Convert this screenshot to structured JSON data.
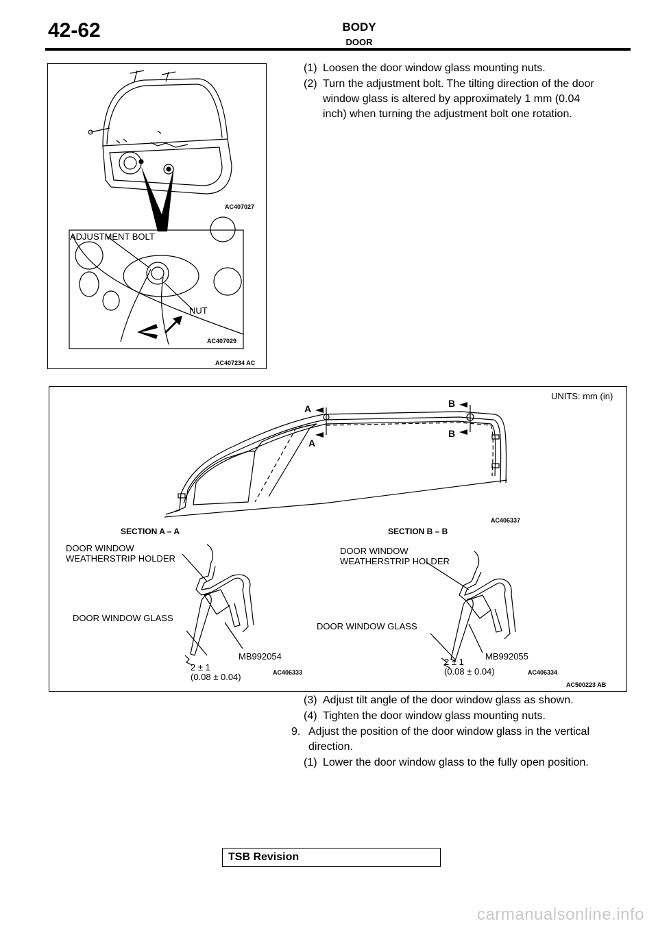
{
  "header": {
    "page_number": "42-62",
    "section": "BODY",
    "subsection": "DOOR"
  },
  "figure1": {
    "label_adjustment_bolt": "ADJUSTMENT BOLT",
    "label_nut": "NUT",
    "code_top": "AC407027",
    "code_inset": "AC407029",
    "code_figure": "AC407234 AC"
  },
  "steps_top": [
    {
      "num": "(1)",
      "text": "Loosen the door window glass mounting nuts."
    },
    {
      "num": "(2)",
      "text": "Turn the adjustment bolt. The tilting direction of the door",
      "cont": [
        "window glass is altered by approximately 1 mm (0.04",
        "inch) when turning the adjustment bolt one rotation."
      ]
    }
  ],
  "figure2": {
    "units": "UNITS: mm (in)",
    "marker_a": "A",
    "marker_b": "B",
    "code_door": "AC406337",
    "section_a": "SECTION A – A",
    "section_b": "SECTION B – B",
    "holder_line1": "DOOR WINDOW",
    "holder_line2": "WEATHERSTRIP HOLDER",
    "glass": "DOOR WINDOW GLASS",
    "tool_a": "MB992054",
    "tool_b": "MB992055",
    "dim_line1": "2 ± 1",
    "dim_line2": "(0.08 ± 0.04)",
    "code_sec_a": "AC406333",
    "code_sec_b": "AC406334",
    "code_figure": "AC500223 AB"
  },
  "steps_bottom": [
    {
      "num": "(3)",
      "text": "Adjust tilt angle of the door window glass as shown."
    },
    {
      "num": "(4)",
      "text": "Tighten the door window glass mounting nuts."
    },
    {
      "num": "9.",
      "text": "Adjust the position of the door window glass in the vertical",
      "cont": [
        "direction."
      ]
    },
    {
      "num": "(1)",
      "text": "Lower the door window glass to the fully open position."
    }
  ],
  "footer": {
    "tsb": "TSB Revision",
    "site": "carmanualsonline.info"
  }
}
